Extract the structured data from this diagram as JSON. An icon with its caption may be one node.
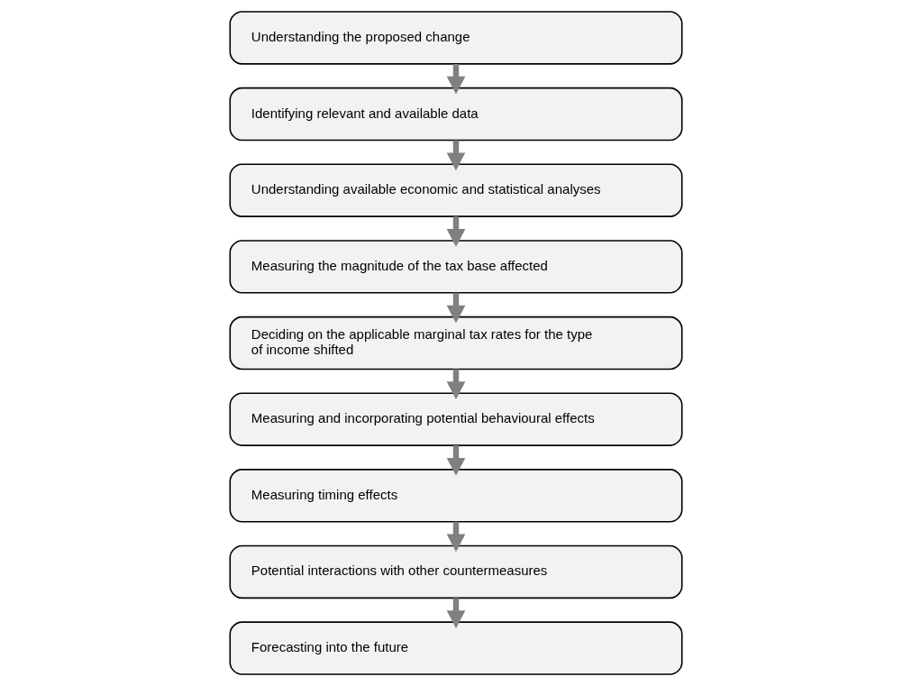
{
  "diagram": {
    "nodes": [
      {
        "text": [
          "Understanding the proposed change"
        ]
      },
      {
        "text": [
          "Identifying relevant and available data"
        ]
      },
      {
        "text": [
          "Understanding available economic and statistical analyses"
        ]
      },
      {
        "text": [
          "Measuring the magnitude of the tax base affected"
        ]
      },
      {
        "text": [
          "Deciding on the applicable marginal tax rates for the type of income shifted"
        ]
      },
      {
        "text": [
          "Measuring and incorporating potential behavioural effects"
        ]
      },
      {
        "text": [
          "Measuring timing effects"
        ]
      },
      {
        "text": [
          "Potential interactions with other countermeasures"
        ]
      },
      {
        "text": [
          "Forecasting into the future"
        ]
      }
    ],
    "edges": [
      {
        "from": 0,
        "to": 1,
        "arrow": "to"
      },
      {
        "from": 1,
        "to": 2,
        "arrow": "to"
      },
      {
        "from": 2,
        "to": 3,
        "arrow": "to"
      },
      {
        "from": 3,
        "to": 4,
        "arrow": "to"
      },
      {
        "from": 4,
        "to": 5,
        "arrow": "to"
      },
      {
        "from": 5,
        "to": 6,
        "arrow": "to"
      },
      {
        "from": 6,
        "to": 7,
        "arrow": "to"
      },
      {
        "from": 7,
        "to": 8,
        "arrow": "to"
      }
    ]
  }
}
